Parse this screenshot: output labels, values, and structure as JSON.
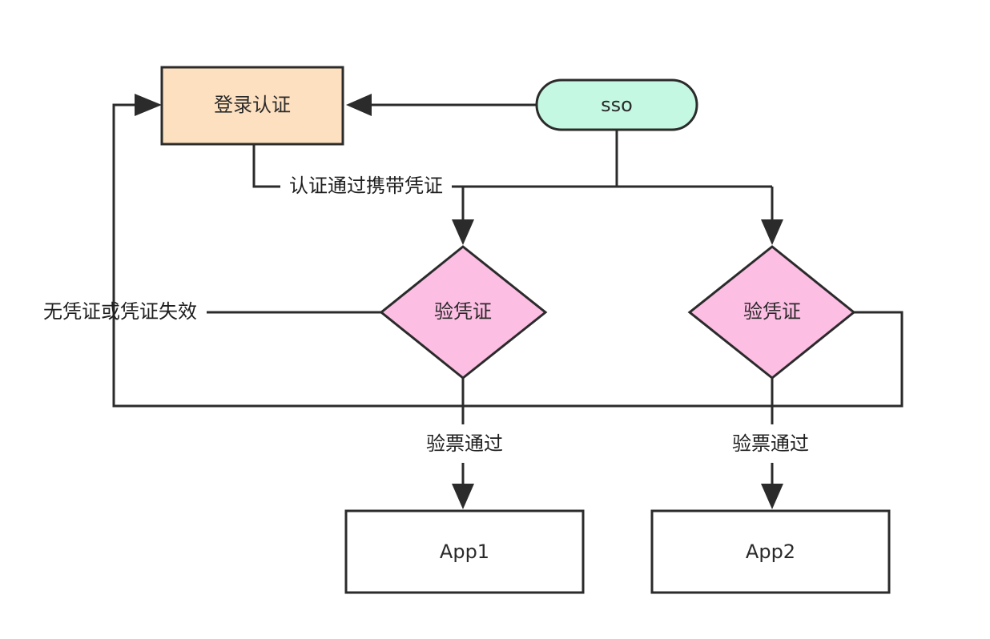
{
  "nodes": {
    "login": {
      "label": "登录认证",
      "fill": "#fde0c0"
    },
    "sso": {
      "label": "sso",
      "fill": "#c5f8e2"
    },
    "verify_left": {
      "label": "验凭证",
      "fill": "#fdbee3"
    },
    "verify_right": {
      "label": "验凭证",
      "fill": "#fdbee3"
    },
    "app1": {
      "label": "App1",
      "fill": "#ffffff"
    },
    "app2": {
      "label": "App2",
      "fill": "#ffffff"
    }
  },
  "edges": {
    "auth_pass": "认证通过携带凭证",
    "no_credential": "无凭证或凭证失效",
    "ticket_pass_left": "验票通过",
    "ticket_pass_right": "验票通过"
  }
}
